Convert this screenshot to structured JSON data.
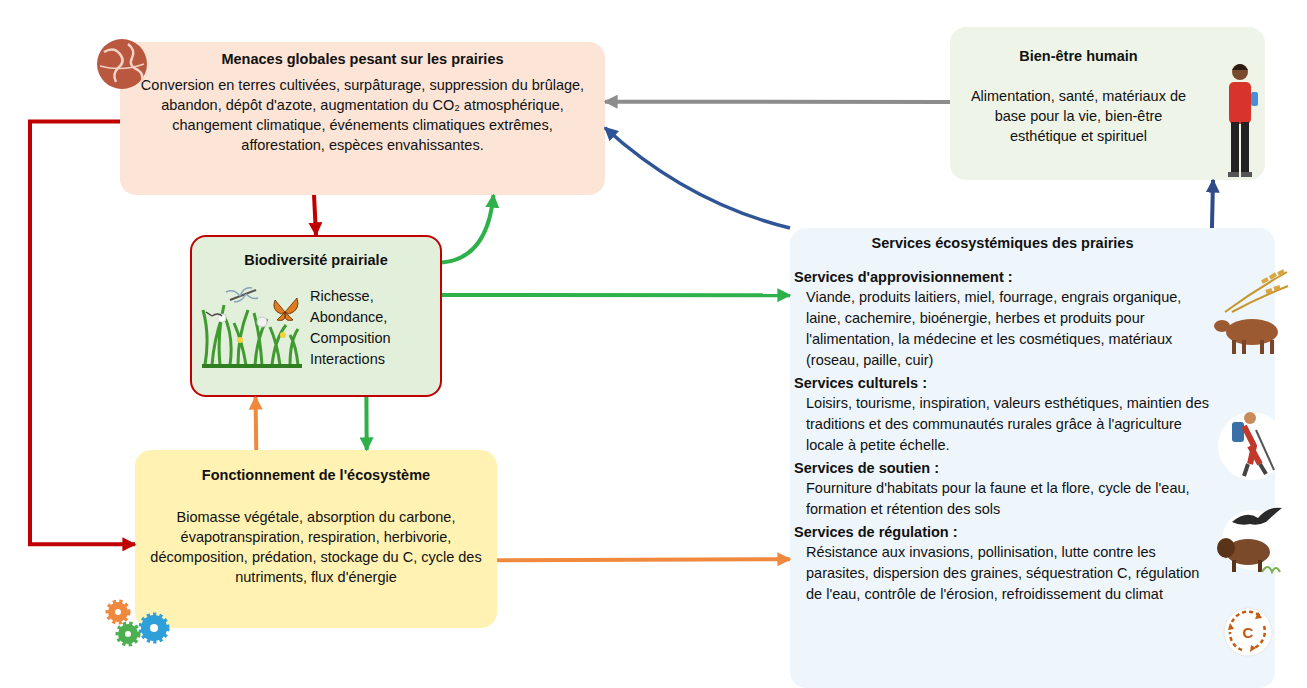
{
  "diagram": {
    "nodes": [
      {
        "text": [
          "Menaces globales pesant sur les prairies",
          "Conversion en terres cultivées, surpâturage, suppression du brûlage, abandon, dépôt d'azote, augmentation du CO₂ atmosphérique, changement climatique, événements climatiques extrêmes, afforestation, espèces envahissantes."
        ]
      },
      {
        "text": [
          "Bien-être humain",
          "Alimentation, santé, matériaux de base pour la vie, bien-être esthétique et spirituel"
        ]
      },
      {
        "text": [
          "Biodiversité prairiale",
          "Richesse, Abondance, Composition Interactions"
        ]
      },
      {
        "text": [
          "Services écosystémiques des prairies",
          "Services d'approvisionnement :",
          "Viande, produits laitiers, miel, fourrage, engrais organique, laine, cachemire, bioénergie, herbes et produits pour l'alimentation, la médecine et les cosmétiques, matériaux (roseau, paille, cuir)",
          "Services culturels :",
          "Loisirs, tourisme, inspiration, valeurs esthétiques, maintien des traditions et des communautés rurales grâce à l'agriculture locale à petite échelle.",
          "Services de soutien :",
          "Fourniture d'habitats pour la faune et la flore, cycle de l'eau, formation et rétention des sols",
          "Services de régulation :",
          "Résistance aux invasions, pollinisation, lutte contre les parasites, dispersion des graines, séquestration C, régulation de l'eau, contrôle de l'érosion, refroidissement du climat"
        ]
      },
      {
        "text": [
          "Fonctionnement de l'écosystème",
          "Biomasse végétale, absorption du carbone, évapotranspiration, respiration, herbivorie, décomposition, prédation, stockage du C, cycle des nutriments, flux d'énergie"
        ]
      }
    ],
    "edges": [
      {
        "from": 1,
        "to": 0,
        "arrow": "to"
      },
      {
        "from": 0,
        "to": 2,
        "arrow": "to"
      },
      {
        "from": 0,
        "to": 4,
        "arrow": "to"
      },
      {
        "from": 2,
        "to": 0,
        "arrow": "to"
      },
      {
        "from": 2,
        "to": 3,
        "arrow": "to"
      },
      {
        "from": 2,
        "to": 4,
        "arrow": "to"
      },
      {
        "from": 4,
        "to": 2,
        "arrow": "to"
      },
      {
        "from": 4,
        "to": 3,
        "arrow": "to"
      },
      {
        "from": 3,
        "to": 0,
        "arrow": "to"
      },
      {
        "from": 3,
        "to": 1,
        "arrow": "to"
      }
    ],
    "labels": [
      "C"
    ]
  }
}
